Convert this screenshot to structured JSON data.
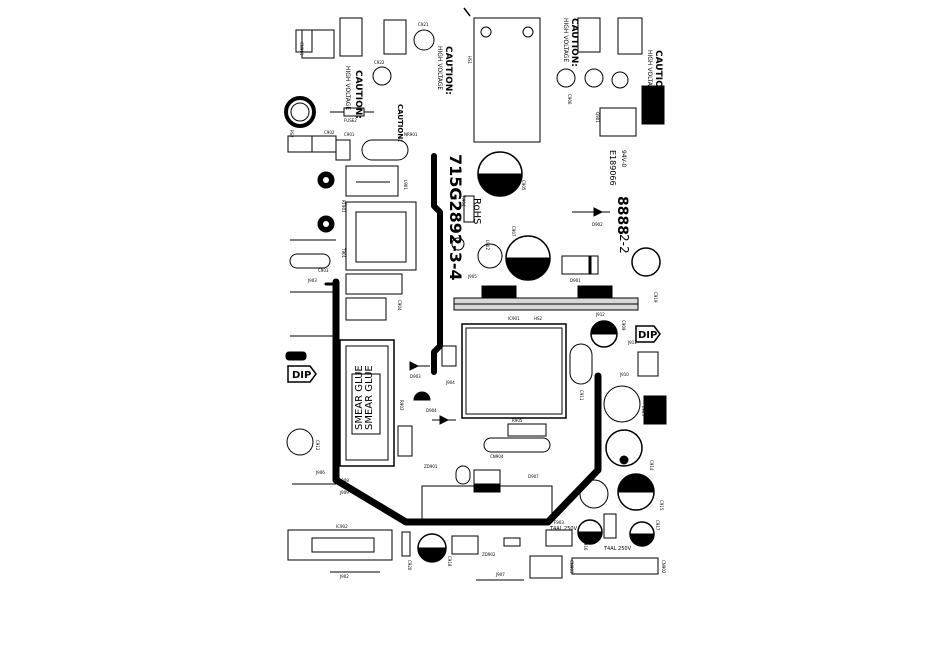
{
  "board": {
    "part_number": "715G2892-3-4",
    "rohs": "RoHS",
    "digits": "8888",
    "revision": "2-2",
    "date_code": "E189066",
    "rating": "94V-0",
    "dip_left": "DIP",
    "dip_right": "DIP",
    "smear_glue_1": "SMEAR GLUE",
    "smear_glue_2": "SMEAR GLUE"
  },
  "warnings": {
    "caution_1": "CAUTION:",
    "high_voltage_1": "HIGH VOLTAGE",
    "caution_2": "CAUTION:",
    "high_voltage_2": "HIGH VOLTAGE",
    "caution_3": "CAUTION:",
    "high_voltage_3": "HIGH VOLTAGE",
    "caution_4": "CAUTION:",
    "high_voltage_4": "HIGH VOLTAGE",
    "caution_5": "CAUTION:"
  },
  "fuses": {
    "f1_rating": "T4AL 250V",
    "f2_rating": "T4AL 250V"
  },
  "designators": {
    "cn901": "CN901",
    "c921": "C921",
    "c922": "C922",
    "fuse2": "FUSE2",
    "c902": "C902",
    "c901": "C901",
    "nr901": "NR901",
    "rt901": "RT901",
    "c903": "C903",
    "l901": "L901",
    "t901": "T901",
    "j903": "J903",
    "c904": "C904",
    "c905": "C905",
    "d901": "D901",
    "d902": "D902",
    "c906": "C906",
    "c907": "C907",
    "j904": "J904",
    "c909": "C909",
    "ic901": "IC901",
    "j905": "J905",
    "r904": "R904",
    "d903": "D903",
    "r903": "R903",
    "d904": "D904",
    "j906": "J906",
    "c911": "C911",
    "d907": "D907",
    "r905": "R905",
    "zd901": "ZD901",
    "j908": "J908",
    "j909": "J909",
    "ic902": "IC902",
    "j902": "J902",
    "c912": "C912",
    "cn902": "CN902",
    "zd902": "ZD902",
    "j907": "J907",
    "f903": "F903",
    "cn903": "CN903",
    "c914": "C914",
    "c915": "C915",
    "c916": "C916",
    "c917": "C917",
    "c918": "C918",
    "l902": "L902",
    "l903": "L903",
    "q901": "Q901",
    "c920": "C920",
    "cn904": "CN904",
    "j910": "J910",
    "j911": "J911",
    "j912": "J912",
    "c919": "C919",
    "ps2": "PS2",
    "hs1": "HS1",
    "hs2": "HS2"
  },
  "colors": {
    "ink": "#000000",
    "paper": "#ffffff",
    "heatsink": "#d8d8d8"
  }
}
